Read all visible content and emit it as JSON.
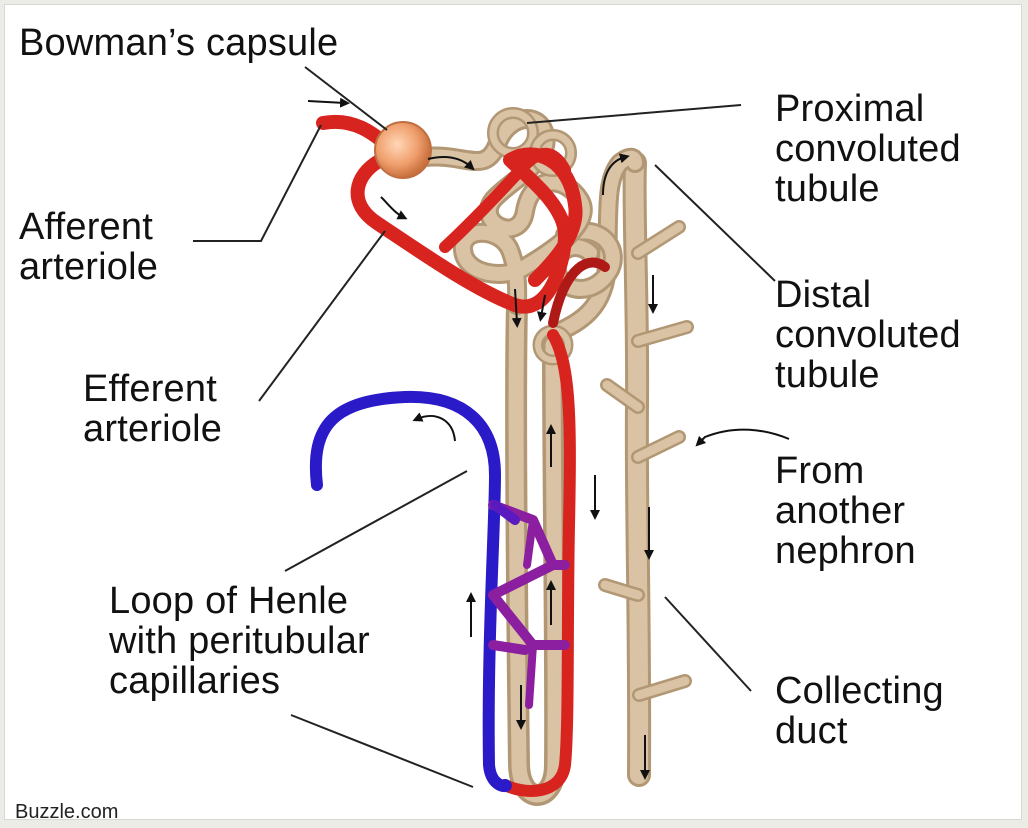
{
  "labels": {
    "bowmans_capsule": "Bowman’s capsule",
    "proximal": [
      "Proximal",
      "convoluted",
      "tubule"
    ],
    "afferent": [
      "Afferent",
      "arteriole"
    ],
    "distal": [
      "Distal",
      "convoluted",
      "tubule"
    ],
    "efferent": [
      "Efferent",
      "arteriole"
    ],
    "from_another": [
      "From",
      "another",
      "nephron"
    ],
    "loop": [
      "Loop of Henle",
      "with peritubular",
      "capillaries"
    ],
    "collecting": [
      "Collecting",
      "duct"
    ]
  },
  "credit": "Buzzle.com",
  "colors": {
    "artery": "#d8241f",
    "vein": "#2a1ac8",
    "mixed": "#8c1ea0",
    "tubule": "#d9c3a4",
    "tubule_edge": "#b29774",
    "capsule": "#f0a06e"
  }
}
